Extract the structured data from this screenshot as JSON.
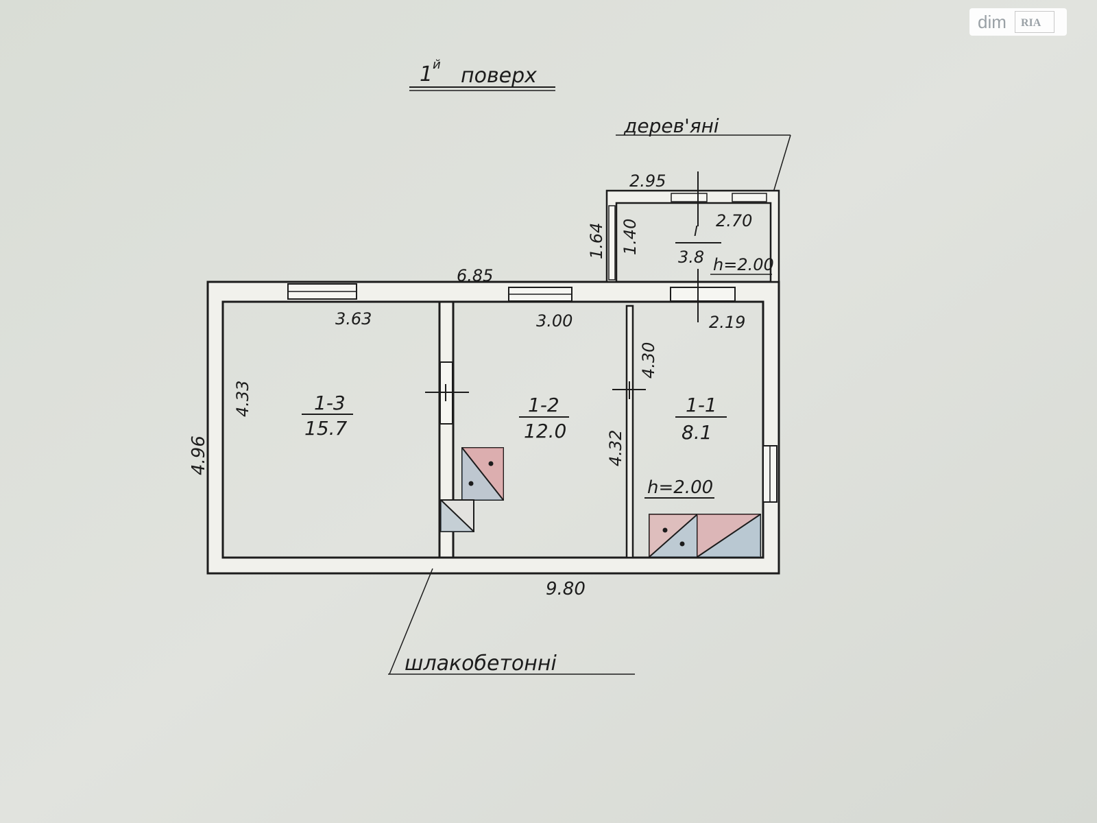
{
  "watermark": {
    "text": "dim",
    "logo": "RIA"
  },
  "title": {
    "superscript": "й",
    "prefix": "1",
    "word": "поверх"
  },
  "materials": {
    "wooden": "дерев'яні",
    "slag_concrete": "шлакобетонні"
  },
  "dimensions": {
    "annex_width": "2.95",
    "annex_inner_width": "2.70",
    "annex_depth_outer": "1.64",
    "annex_depth_inner": "1.40",
    "north_length": "6.85",
    "room_13_width": "3.63",
    "room_12_width": "3.00",
    "room_11_width": "2.19",
    "room_13_depth": "4.33",
    "room_12_depth_right": "4.32",
    "room_11_depth": "4.30",
    "overall_depth": "4.96",
    "overall_length": "9.80"
  },
  "rooms": [
    {
      "id": "1-3",
      "area": "15.7"
    },
    {
      "id": "1-2",
      "area": "12.0"
    },
    {
      "id": "1-1",
      "area": "8.1"
    },
    {
      "id": "I",
      "area": "3.8"
    }
  ],
  "heights": {
    "annex": "h=2.00",
    "room_11": "h=2.00"
  },
  "colors": {
    "wall_fill": "#f1f1ec",
    "ink": "#1c1c1c",
    "stove_pink": "#d99a9c",
    "stove_blue": "#9fb7c9",
    "paper": "#dcdfd9"
  }
}
